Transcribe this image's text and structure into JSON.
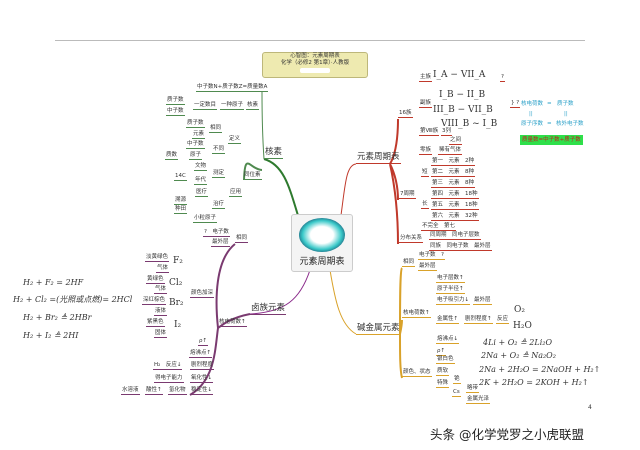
{
  "title_box": {
    "line1": "心智图：元素周期表",
    "line2": "化学（必修2 第1章）·人教版"
  },
  "center": {
    "label": "元素周期表",
    "icon": "rabbit-logo"
  },
  "colors": {
    "nucleus": "#4f8a4f",
    "periodic": "#c0392b",
    "halogen": "#7a3a70",
    "alkali": "#d9a22a",
    "highlight_box": "#2ee04a",
    "note_text": "#2aa0c8"
  },
  "nucleus": {
    "label": "核素",
    "items": [
      "中子数N+质子数Z=质量数A",
      "质子数",
      "中子数",
      "一定数目",
      "一种原子",
      "核素",
      "质子数",
      "元素",
      "相同",
      "定义",
      "中子数",
      "不同",
      "质数",
      "原子",
      "同位素",
      "文物",
      "测定",
      "14C",
      "年代",
      "应用",
      "医疗",
      "溯源",
      "治疗",
      "种田",
      "小粒原子"
    ]
  },
  "periodic": {
    "label": "元素周期表",
    "items": [
      "16族",
      "主族",
      "I_A − VII_A",
      "?",
      "副族",
      "I_B − II_B",
      "III_B − VII_B",
      "} ?",
      "第Ⅷ族",
      "3列",
      "VIII_B ~ I_B",
      "之间",
      "零族",
      "稀有气体",
      "7周期",
      "短",
      "第一　元素　2种",
      "第二　元素　8种",
      "第三　元素　8种",
      "长",
      "第四　元素　18种",
      "第五　元素　18种",
      "第六　元素　32种",
      "不完全　第七",
      "分布关系",
      "同周期　同电子层数",
      "同族　同电子数　最外层"
    ],
    "notes": {
      "a": "核电荷数",
      "eq1": "=",
      "b": "质子数",
      "par1": "||",
      "par2": "||",
      "c": "原子序数",
      "eq2": "=",
      "d": "核外电子数",
      "highlight": "质量数=中子数+质子数"
    }
  },
  "halogen": {
    "label": "卤族元素",
    "items": [
      "相同",
      "?　电子数",
      "最外层",
      "颜色加深",
      "核电荷数↑",
      "淡黄绿色",
      "F₂",
      "气体",
      "黄绿色",
      "Cl₂",
      "气体",
      "深红棕色",
      "Br₂",
      "液体",
      "紫黑色",
      "I₂",
      "固体",
      "ρ↑",
      "熔沸点↑",
      "H₂　反应↓",
      "剧烈程度",
      "得电子能力",
      "氧化性↓",
      "水溶液",
      "酸性↑",
      "氢化物",
      "稳定性↓"
    ],
    "equations": [
      "H₂ + F₂ = 2HF",
      "H₂ + Cl₂ =(光照或点燃)= 2HCl",
      "H₂ + Br₂ ≜ 2HBr",
      "H₂ + I₂ ≜ 2HI"
    ]
  },
  "alkali": {
    "label": "碱金属元素",
    "items": [
      "相同",
      "电子数　?",
      "最外层",
      "核电荷数↑",
      "电子层数↑",
      "原子半径↑",
      "电子吸引力↓",
      "最外层",
      "金属性↑",
      "剧烈程度↑",
      "反应",
      "O₂",
      "H₂O",
      "熔沸点↓",
      "ρ↑",
      "颜色、状态",
      "银白色",
      "质软",
      "特殊",
      "铯",
      "Cs",
      "略带",
      "金属光泽"
    ],
    "equations": [
      "4Li + O₂ ≜ 2Li₂O",
      "2Na + O₂ ≜ Na₂O₂",
      "2Na + 2H₂O = 2NaOH + H₂↑",
      "2K + 2H₂O = 2KOH + H₂↑"
    ]
  },
  "footer": {
    "page_number": "4",
    "watermark": "头条 @化学党罗之小虎联盟"
  }
}
